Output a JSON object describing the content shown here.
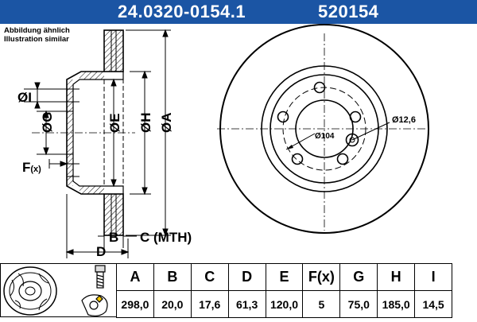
{
  "header": {
    "part_number": "24.0320-0154.1",
    "alt_number": "520154",
    "bg_color": "#1b55a4"
  },
  "notes": {
    "line1": "Abbildung ähnlich",
    "line2": "Illustration similar"
  },
  "drawing": {
    "labels": {
      "I": "ØI",
      "G": "ØG",
      "E": "ØE",
      "H": "ØH",
      "A": "ØA",
      "F": "F",
      "F_sub": "(x)",
      "B": "B",
      "C": "C (MTH)",
      "D": "D",
      "bolt_hole": "Ø12,6",
      "pcd": "Ø104"
    }
  },
  "spec_table": {
    "headers": [
      "A",
      "B",
      "C",
      "D",
      "E",
      "F(x)",
      "G",
      "H",
      "I"
    ],
    "values": [
      "298,0",
      "20,0",
      "17,6",
      "61,3",
      "120,0",
      "5",
      "75,0",
      "185,0",
      "14,5"
    ]
  },
  "icons": [
    "brake-disc-thumbnail-icon",
    "wheel-bolt-icon",
    "wheel-hub-icon"
  ]
}
